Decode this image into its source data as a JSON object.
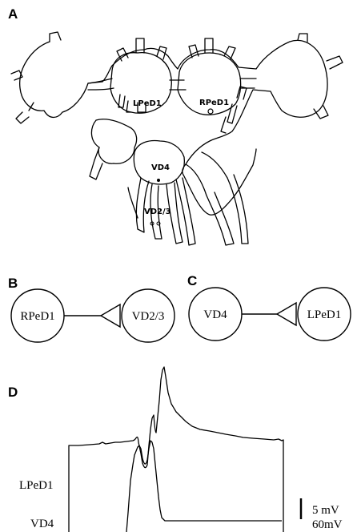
{
  "panels": {
    "a": {
      "letter": "A",
      "labels": {
        "lped1": "LPeD1",
        "rped1": "RPeD1",
        "vd4": "VD4",
        "vd23": "VD2/3"
      }
    },
    "b": {
      "letter": "B",
      "pre": "RPeD1",
      "post": "VD2/3"
    },
    "c": {
      "letter": "C",
      "pre": "VD4",
      "post": "LPeD1"
    },
    "d": {
      "letter": "D",
      "trace_labels": {
        "top": "LPeD1",
        "bottom": "VD4"
      },
      "scale_bar": {
        "top": "5 mV",
        "bottom": "60mV"
      }
    }
  },
  "colors": {
    "ink": "#000000",
    "paper": "#ffffff"
  }
}
